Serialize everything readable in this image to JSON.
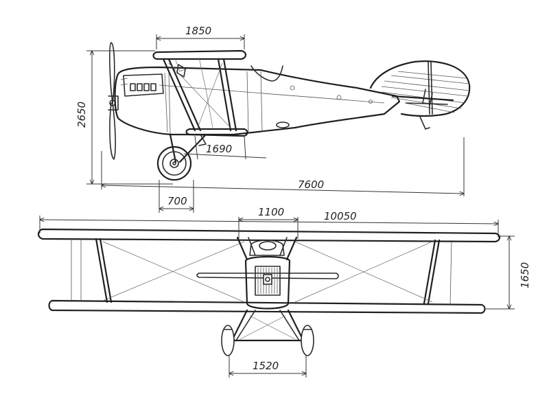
{
  "dimensions": {
    "upper_wing_chord": "1850",
    "height": "2650",
    "lower_wing_span_side": "1690",
    "length": "7600",
    "wheel_to_nose": "700",
    "center_section": "1100",
    "wingspan": "10050",
    "wing_gap": "1650",
    "track": "1520"
  }
}
